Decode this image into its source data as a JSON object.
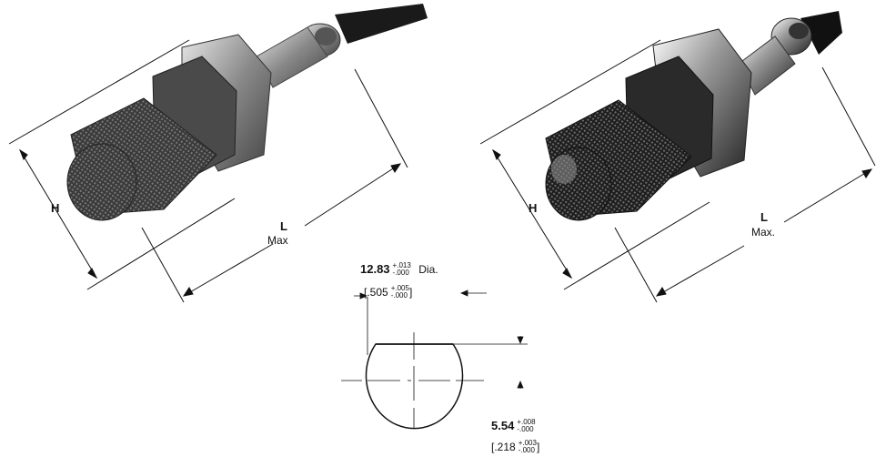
{
  "left_view": {
    "height_label": "H",
    "length_label": "L",
    "length_sub": "Max"
  },
  "right_view": {
    "height_label": "H",
    "length_label": "L",
    "length_sub": "Max."
  },
  "cutout": {
    "diameter": {
      "value": "12.83",
      "tol_plus": "+.013",
      "tol_minus": "-.000",
      "suffix": "Dia.",
      "inch_value": "[.505",
      "inch_tol_plus": "+.005",
      "inch_tol_minus": "-.000",
      "inch_close": "]"
    },
    "flat": {
      "value": "5.54",
      "tol_plus": "+.008",
      "tol_minus": "-.000",
      "inch_value": "[.218",
      "inch_tol_plus": "+.003",
      "inch_tol_minus": "-.000",
      "inch_close": "]"
    }
  }
}
